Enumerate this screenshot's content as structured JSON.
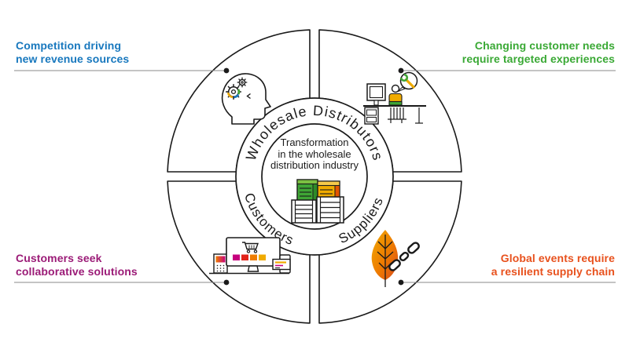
{
  "diagram": {
    "center": {
      "lines": [
        "Transformation",
        "in the wholesale",
        "distribution industry"
      ],
      "icon": "stacked-crates-icon"
    },
    "ring": {
      "top": "Wholesale Distributors",
      "bottom_left": "Customers",
      "bottom_right": "Suppliers"
    },
    "callouts": {
      "top_left": {
        "line1": "Competition driving",
        "line2": "new revenue sources",
        "color": "#1878be",
        "icon": "head-gears-icon"
      },
      "top_right": {
        "line1": "Changing customer needs",
        "line2": "require targeted experiences",
        "color": "#3aa935",
        "icon": "customer-service-desk-icon"
      },
      "bottom_left": {
        "line1": "Customers seek",
        "line2": "collaborative solutions",
        "color": "#9b1b77",
        "icon": "ecommerce-monitor-icon"
      },
      "bottom_right": {
        "line1": "Global events require",
        "line2": "a resilient supply chain",
        "color": "#e8511d",
        "icon": "leaf-supply-chain-icon"
      }
    },
    "accent_colors": {
      "blue": "#1878be",
      "green": "#3aa935",
      "purple": "#9b1b77",
      "orange_red": "#e8511d",
      "amber": "#f0ab00",
      "deep_orange": "#e35500",
      "magenta": "#c6007e",
      "red": "#e2231a",
      "icon_green": "#3fa535",
      "outline": "#1a1a1a",
      "leader_gray": "#8a8a8a"
    }
  }
}
